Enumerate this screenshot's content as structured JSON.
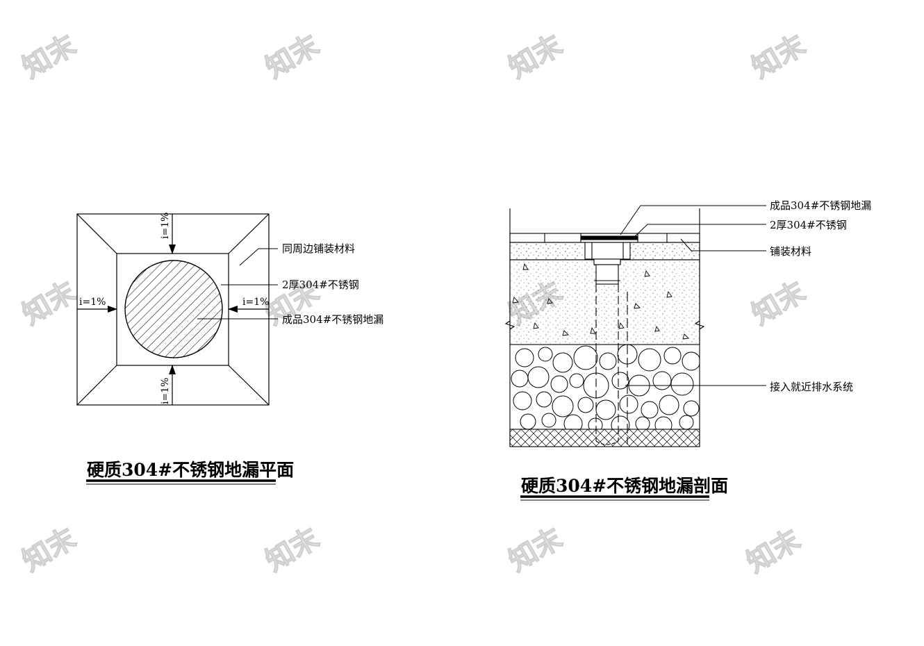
{
  "plan": {
    "title": "硬质304#不锈钢地漏平面",
    "labels": {
      "paving": "同周边铺装材料",
      "steel": "2厚304#不锈钢",
      "drain": "成品304#不锈钢地漏"
    },
    "slopes": {
      "top": "i=1%",
      "bottom": "i=1%",
      "left": "i=1%",
      "right": "i=1%"
    }
  },
  "section": {
    "title": "硬质304#不锈钢地漏剖面",
    "labels": {
      "drain": "成品304#不锈钢地漏",
      "steel": "2厚304#不锈钢",
      "paving": "铺装材料",
      "outlet": "接入就近排水系统"
    }
  },
  "watermark": {
    "text": "知末"
  }
}
